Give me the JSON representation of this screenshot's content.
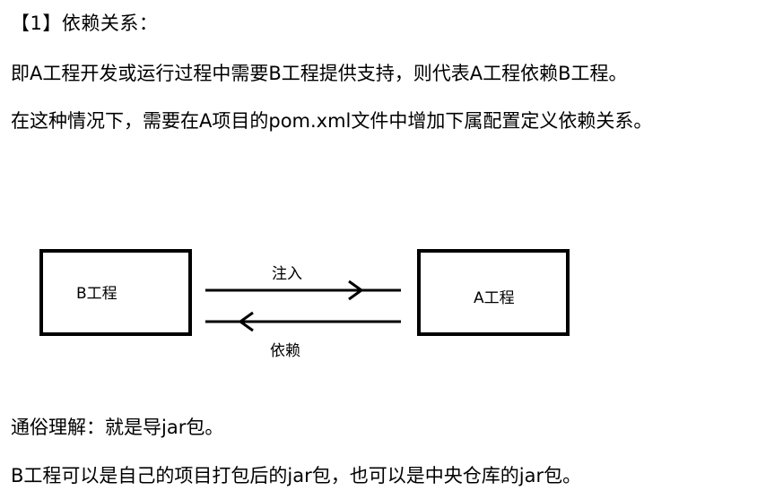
{
  "heading": "【1】依赖关系：",
  "paragraphs": {
    "p1": "即A工程开发或运行过程中需要B工程提供支持，则代表A工程依赖B工程。",
    "p2": "在这种情况下，需要在A项目的pom.xml文件中增加下属配置定义依赖关系。",
    "p3": "通俗理解：就是导jar包。",
    "p4": "B工程可以是自己的项目打包后的jar包，也可以是中央仓库的jar包。"
  },
  "diagram": {
    "left_box_label": "B工程",
    "right_box_label": "A工程",
    "top_arrow_label": "注入",
    "bottom_arrow_label": "依赖"
  }
}
